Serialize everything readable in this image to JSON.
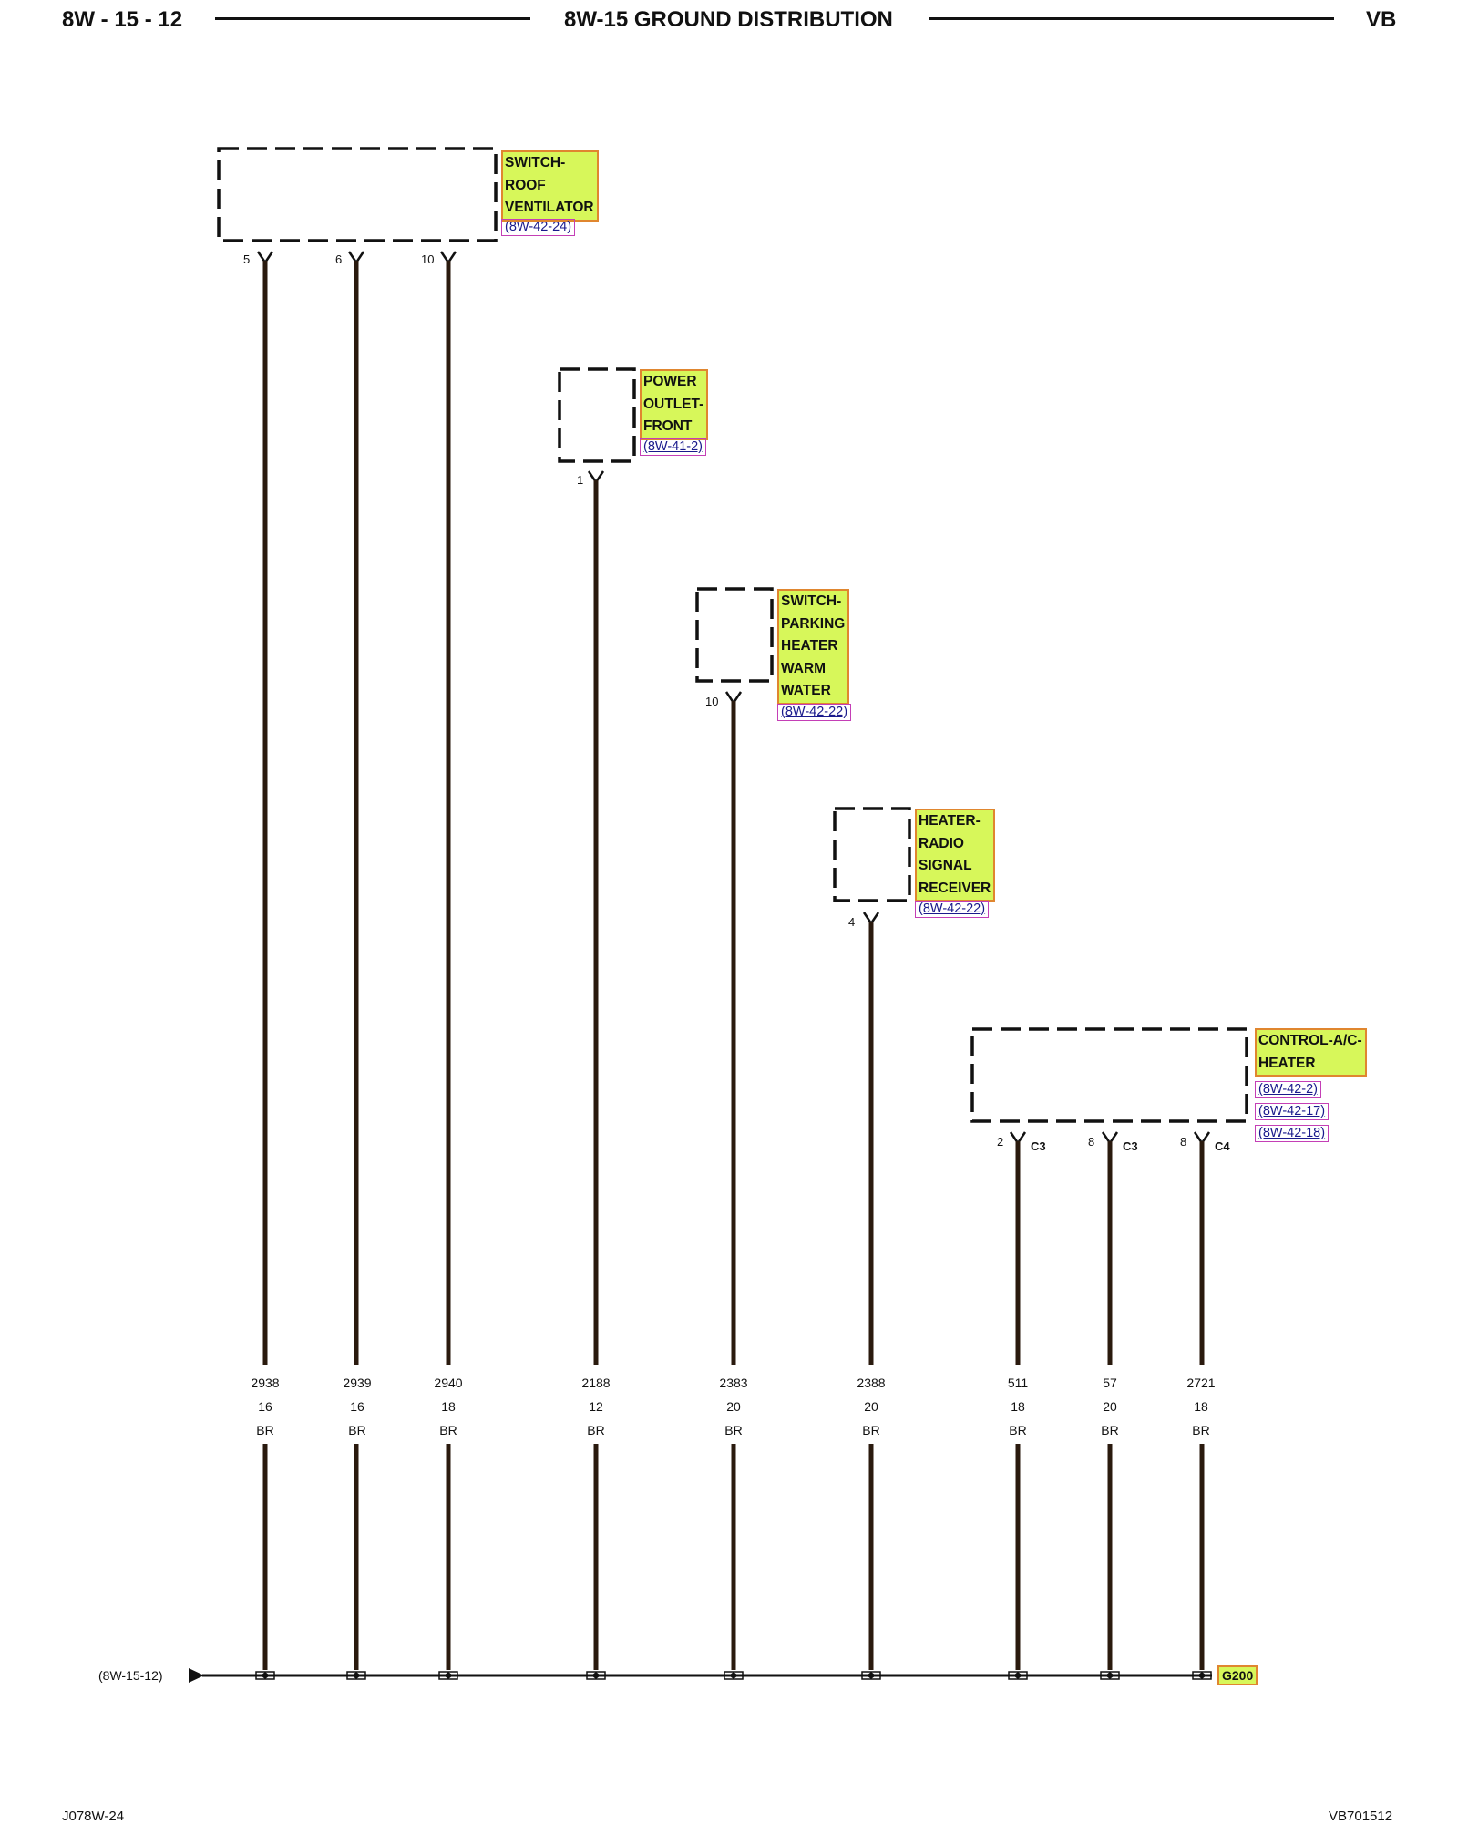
{
  "header": {
    "left": "8W - 15 - 12",
    "center": "8W-15 GROUND DISTRIBUTION",
    "right": "VB"
  },
  "footer": {
    "left": "J078W-24",
    "right": "VB701512"
  },
  "components": [
    {
      "id": "roof",
      "label": "SWITCH-\nROOF\nVENTILATOR",
      "refs": [
        "(8W-42-24)"
      ]
    },
    {
      "id": "outlet",
      "label": "POWER\nOUTLET-\nFRONT",
      "refs": [
        "(8W-41-2)"
      ]
    },
    {
      "id": "parking",
      "label": "SWITCH-\nPARKING\nHEATER\nWARM\nWATER",
      "refs": [
        "(8W-42-22)"
      ]
    },
    {
      "id": "radio",
      "label": "HEATER-\nRADIO\nSIGNAL\nRECEIVER",
      "refs": [
        "(8W-42-22)"
      ]
    },
    {
      "id": "control",
      "label": "CONTROL-A/C-\nHEATER",
      "refs": [
        "(8W-42-2)",
        "(8W-42-17)",
        "(8W-42-18)"
      ]
    }
  ],
  "wires": [
    {
      "pin": "5",
      "connector": "",
      "circuit": "2938",
      "gauge": "16",
      "color": "BR"
    },
    {
      "pin": "6",
      "connector": "",
      "circuit": "2939",
      "gauge": "16",
      "color": "BR"
    },
    {
      "pin": "10",
      "connector": "",
      "circuit": "2940",
      "gauge": "18",
      "color": "BR"
    },
    {
      "pin": "1",
      "connector": "",
      "circuit": "2188",
      "gauge": "12",
      "color": "BR"
    },
    {
      "pin": "10",
      "connector": "",
      "circuit": "2383",
      "gauge": "20",
      "color": "BR"
    },
    {
      "pin": "4",
      "connector": "",
      "circuit": "2388",
      "gauge": "20",
      "color": "BR"
    },
    {
      "pin": "2",
      "connector": "C3",
      "circuit": "511",
      "gauge": "18",
      "color": "BR"
    },
    {
      "pin": "8",
      "connector": "C3",
      "circuit": "57",
      "gauge": "20",
      "color": "BR"
    },
    {
      "pin": "8",
      "connector": "C4",
      "circuit": "2721",
      "gauge": "18",
      "color": "BR"
    }
  ],
  "ground": {
    "label": "G200",
    "continuation_ref": "(8W-15-12)"
  },
  "colors": {
    "wire": "#2a1a0e",
    "label_fill": "#d7f75a",
    "label_border": "#e0862f",
    "ref_border": "#c43fb6"
  }
}
